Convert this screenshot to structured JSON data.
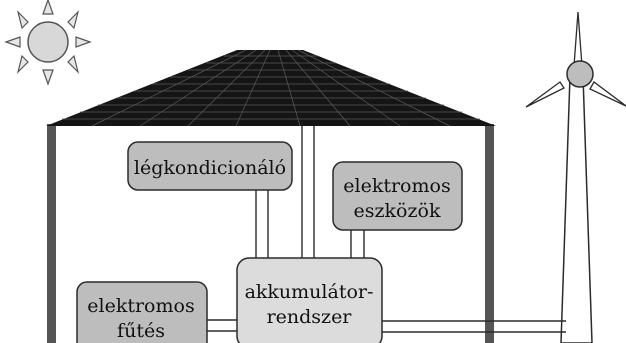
{
  "colors": {
    "background": "#ffffff",
    "box_fill": "#bdbdbd",
    "box_fill_light": "#dcdcdc",
    "outline": "#2b2b2b",
    "roof_dark": "#1a1a1a",
    "sun_fill": "#e6e6e6",
    "wall": "#555555"
  },
  "icons": {
    "sun": "sun-icon",
    "solar_roof": "solar-panel-roof",
    "wind_turbine": "wind-turbine-icon"
  },
  "boxes": {
    "air_conditioner": {
      "label": "légkondicionáló"
    },
    "electric_devices": {
      "line1": "elektromos",
      "line2": "eszközök"
    },
    "battery_system": {
      "line1": "akkumulátor-",
      "line2": "rendszer"
    },
    "electric_heating": {
      "line1": "elektromos",
      "line2": "fűtés"
    }
  }
}
